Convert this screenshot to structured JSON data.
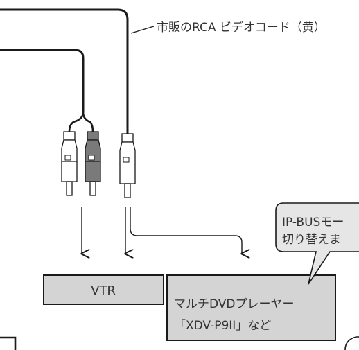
{
  "labels": {
    "video_cord": "市販のRCA ビデオコード（黄）",
    "vtr": "VTR",
    "multi_dvd_line1": "マルチDVDプレーヤー",
    "multi_dvd_line2": "「XDV-P9II」など",
    "ipbus_line1": "IP-BUSモー",
    "ipbus_line2": "切り替えま"
  },
  "colors": {
    "line": "#1a1a1a",
    "box_fill": "#d4d4d4",
    "plug_dark": "#7a7a7a",
    "plug_light": "#ffffff",
    "callout_fill": "#e6e6e6"
  }
}
